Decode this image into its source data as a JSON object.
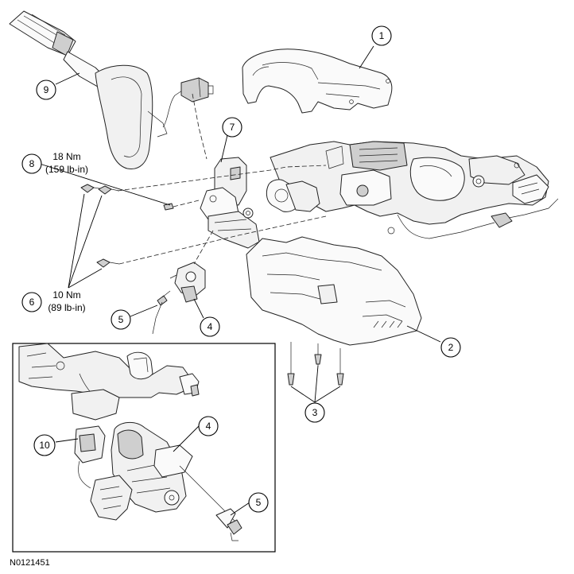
{
  "callouts": {
    "c1": "1",
    "c2": "2",
    "c3": "3",
    "c4_main": "4",
    "c4_detail": "4",
    "c5_main": "5",
    "c5_detail": "5",
    "c6": "6",
    "c7": "7",
    "c8": "8",
    "c9": "9",
    "c10": "10"
  },
  "torque_specs": {
    "spec_18_line1": "18 Nm",
    "spec_18_line2": "(159 lb-in)",
    "spec_10_line1": "10 Nm",
    "spec_10_line2": "(89 lb-in)"
  },
  "figure_code": "N0121451"
}
